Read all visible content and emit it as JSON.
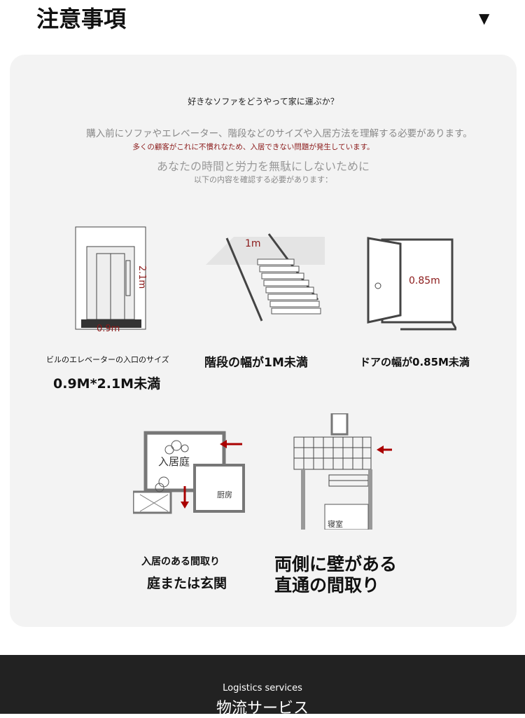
{
  "header": {
    "title": "注意事項",
    "toggle_icon": "▼"
  },
  "intro": {
    "question": "好きなソファをどうやって家に運ぶか？",
    "line1": "購入前にソファやエレベーター、階段などのサイズや入居方法を理解する必要があります。",
    "line2": "多くの顧客がこれに不慣れなため、入居できない問題が発生しています。",
    "line3": "あなたの時間と労力を無駄にしないために",
    "line4": "以下の内容を確認する必要があります："
  },
  "items": [
    {
      "label_a": "ビルのエレベーターの入口のサイズ",
      "label_b": "0.9M*2.1M未満",
      "dim_w": "0.9m",
      "dim_h": "2.1m"
    },
    {
      "label_a": "階段の幅が1M未満",
      "dim": "1m"
    },
    {
      "label_a": "ドアの幅が0.85M未満",
      "dim": "0.85m"
    },
    {
      "label_a": "入居のある間取り",
      "label_b": "庭または玄関",
      "room1": "入居庭",
      "room2": "厨房"
    },
    {
      "label_a": "両側に壁がある",
      "label_b": "直通の間取り",
      "room1": "寝室"
    }
  ],
  "colors": {
    "accent": "#8b1a1a",
    "card": "#f3f3f3",
    "footer": "#222222"
  },
  "footer": {
    "subtitle": "Logistics services",
    "title": "物流サービス"
  }
}
